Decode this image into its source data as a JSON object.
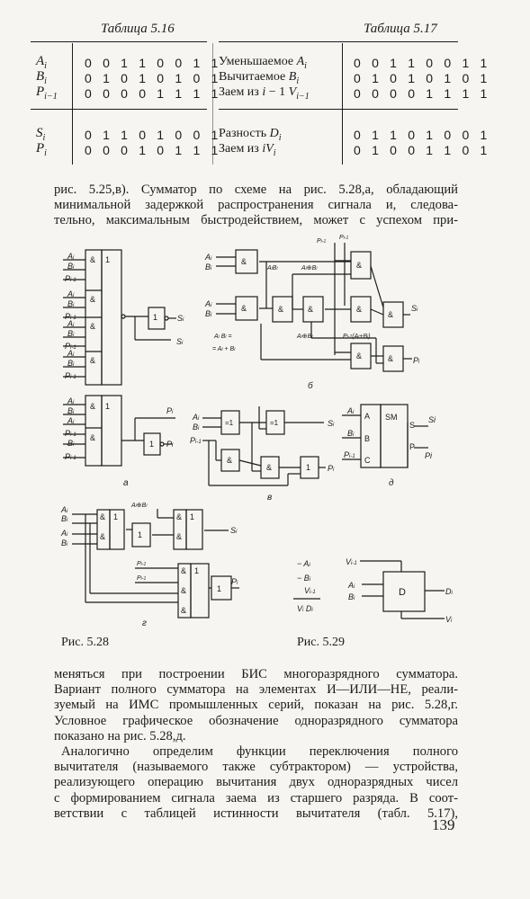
{
  "table16": {
    "caption": "Таблица 5.16",
    "rows_top": [
      {
        "label": "A_i",
        "bits": "0 0 1 1 0 0 1 1"
      },
      {
        "label": "B_i",
        "bits": "0 1 0 1 0 1 0 1"
      },
      {
        "label": "P_{i-1}",
        "bits": "0 0 0 0 1 1 1 1"
      }
    ],
    "rows_bottom": [
      {
        "label": "S_i",
        "bits": "0 1 1 0 1 0 0 1"
      },
      {
        "label": "P_i",
        "bits": "0 0 0 1 0 1 1 1"
      }
    ]
  },
  "table17": {
    "caption": "Таблица 5.17",
    "rows_top": [
      {
        "label": "Уменьшаемое A_i",
        "bits": "0 0 1 1 0 0 1 1"
      },
      {
        "label": "Вычитаемое B_i",
        "bits": "0 1 0 1 0 1 0 1"
      },
      {
        "label": "Заем из i − 1 V_{i-1}",
        "bits": "0 0 0 0 1 1 1 1"
      }
    ],
    "rows_bottom": [
      {
        "label": "Разность D_i",
        "bits": "0 1 1 0 1 0 0 1"
      },
      {
        "label": "Заем из iV_i",
        "bits": "0 1 0 0 1 1 0 1"
      }
    ]
  },
  "para1": {
    "lines": [
      "рис. 5.25,в). Сумматор по схеме на рис. 5.28,а, обладающий",
      "минимальной задержкой распространения сигнала и, следова-",
      "тельно, максимальным быстродействием, может с успехом при-"
    ]
  },
  "fig528": {
    "caption": "Рис. 5.28",
    "sub_a": "а",
    "sub_b": "б",
    "sub_v": "в",
    "sub_g": "г",
    "sub_d": "д",
    "inputs_a": [
      "A_i",
      "B_i",
      "P_{i-1}",
      "A_i",
      "B_i",
      "P_{i-1}",
      "A_i",
      "B_i",
      "P_{i-1}",
      "A_i",
      "B_i",
      "P_{i-1}"
    ],
    "gate_and": "&",
    "gate_or": "1",
    "gate_xor": "=1",
    "out_s": "S_i",
    "out_s_bar": "S_i",
    "out_p": "P_i",
    "out_p_bar": "P_i",
    "sum_block": "SM",
    "sum_in": [
      "A",
      "B",
      "C"
    ],
    "sum_out": [
      "S",
      "P"
    ],
    "sum_out_labels": [
      "Si",
      "Pi"
    ],
    "b_labels": {
      "ab": "A_iB_i",
      "axb": "A_i⊕B_i",
      "axb2": "A_i⊕B_i",
      "nanb": "A_i B_i =",
      "nanb2": "= A_i + B_i",
      "pab": "P_{i-1}(A_i+B_i)",
      "pi1": "P_{i-1}",
      "pi1b": "P_{i-1}"
    },
    "g_label": "A_i⊕B_i"
  },
  "fig529": {
    "caption": "Рис. 5.29",
    "block": "D",
    "left_col": [
      "− A_i",
      "− B_i",
      "V_{i-1}",
      "V_i D_i"
    ],
    "inputs": [
      "V_{i-1}",
      "A_i",
      "B_i"
    ],
    "outputs": [
      "D_i",
      "V_i"
    ]
  },
  "para2": {
    "lines": [
      "меняться при построении БИС многоразрядного сумматора.",
      "Вариант полного сумматора на элементах И—ИЛИ—НЕ, реали-",
      "зуемый на ИМС промышленных серий, показан на рис. 5.28,г.",
      "Условное графическое обозначение одноразрядного сумматора",
      "показано на рис. 5.28,д."
    ]
  },
  "para3": {
    "lines": [
      "Аналогично определим функции переключения полного",
      "вычитателя (называемого также субтрактором) — устройства,",
      "реализующего операцию вычитания двух одноразрядных чисел",
      "с формированием сигнала заема из старшего разряда. В соот-",
      "ветствии с таблицей истинности вычитателя (табл. 5.17),"
    ]
  },
  "page_number": "139"
}
